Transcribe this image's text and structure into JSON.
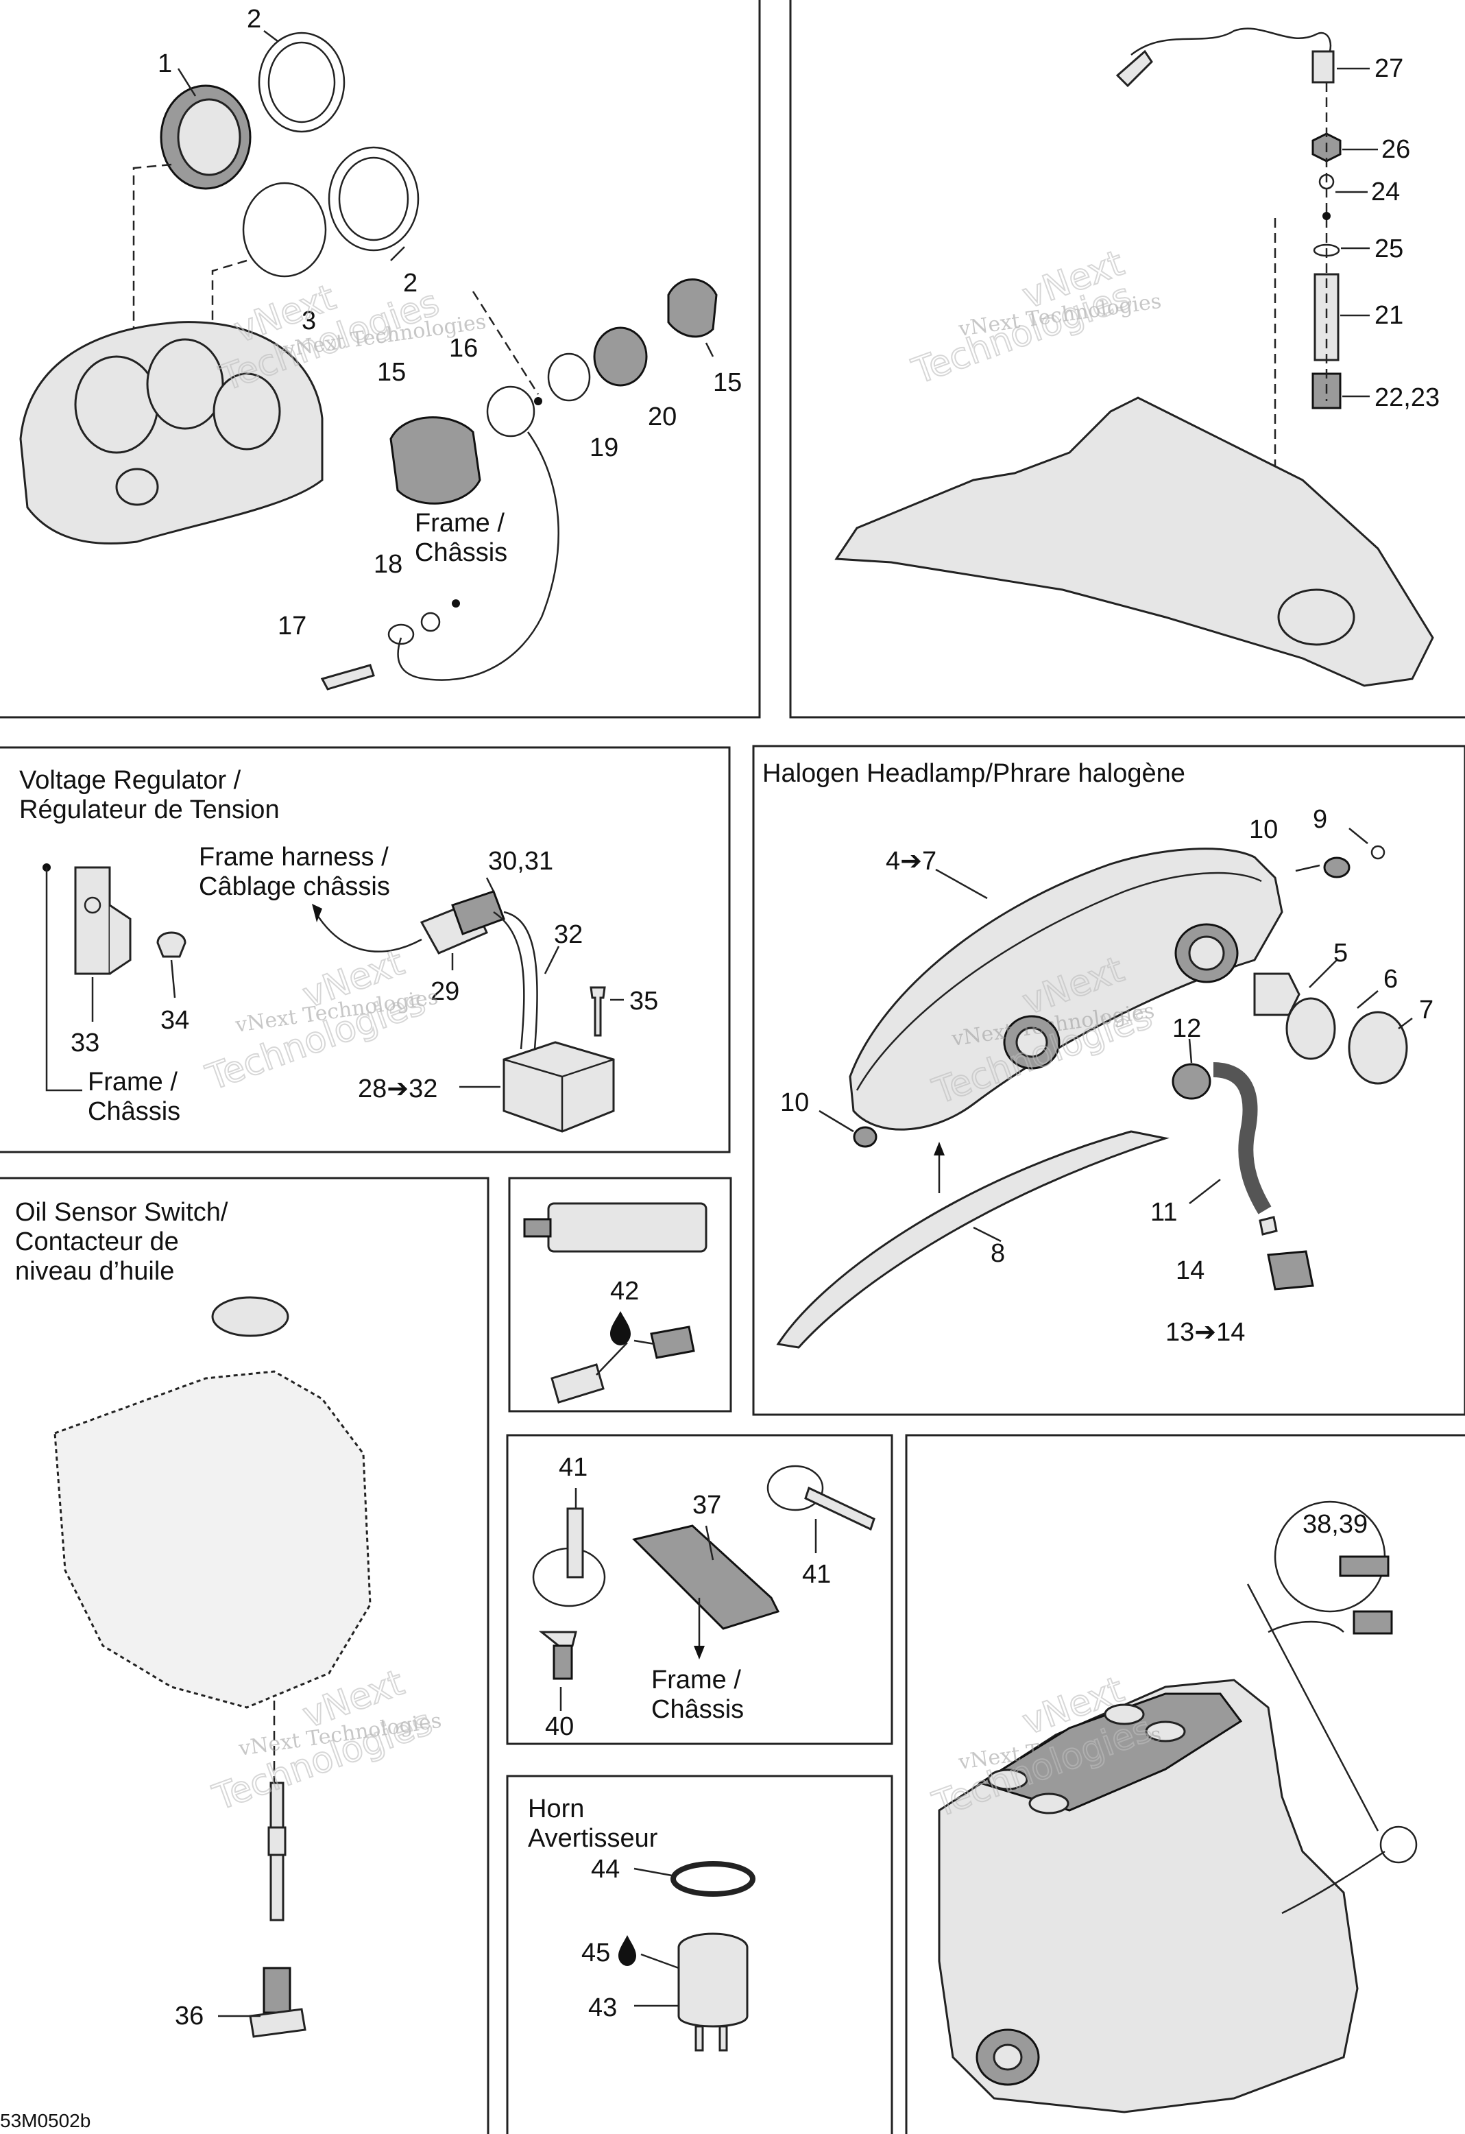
{
  "watermark": {
    "line1": "vNext Technologies",
    "line2": "vNext",
    "line3": "Technologies"
  },
  "panels": {
    "gauges": {
      "frame_label_1": "Frame /",
      "frame_label_2": "Châssis"
    },
    "voltage_regulator": {
      "title_1": "Voltage Regulator /",
      "title_2": "Régulateur de Tension",
      "harness_1": "Frame harness /",
      "harness_2": "Câblage châssis",
      "frame_label_1": "Frame /",
      "frame_label_2": "Châssis"
    },
    "headlamp": {
      "title": "Halogen Headlamp/Phrare halogène"
    },
    "oil_sensor": {
      "title_1": "Oil Sensor Switch/",
      "title_2": "Contacteur de",
      "title_3": "niveau d’huile"
    },
    "ties": {
      "frame_label_1": "Frame /",
      "frame_label_2": "Châssis"
    },
    "horn": {
      "title_1": "Horn",
      "title_2": "Avertisseur"
    }
  },
  "callouts": {
    "c1": "1",
    "c2a": "2",
    "c2b": "2",
    "c3": "3",
    "c15a": "15",
    "c16": "16",
    "c15b": "15",
    "c19": "19",
    "c20": "20",
    "c18": "18",
    "c17": "17",
    "c27": "27",
    "c26": "26",
    "c24": "24",
    "c25": "25",
    "c21": "21",
    "c2223": "22,23",
    "c3031": "30,31",
    "c32": "32",
    "c29": "29",
    "c33": "33",
    "c34": "34",
    "c35": "35",
    "c2832": "28➔32",
    "c47": "4➔7",
    "c9": "9",
    "c10a": "10",
    "c5": "5",
    "c6": "6",
    "c7": "7",
    "c12": "12",
    "c10b": "10",
    "c11": "11",
    "c8": "8",
    "c14": "14",
    "c1314": "13➔14",
    "c42": "42",
    "c41a": "41",
    "c37": "37",
    "c41b": "41",
    "c40": "40",
    "c3839": "38,39",
    "c44": "44",
    "c45": "45",
    "c43": "43",
    "c36": "36"
  },
  "footer": {
    "code": "53M0502b"
  }
}
